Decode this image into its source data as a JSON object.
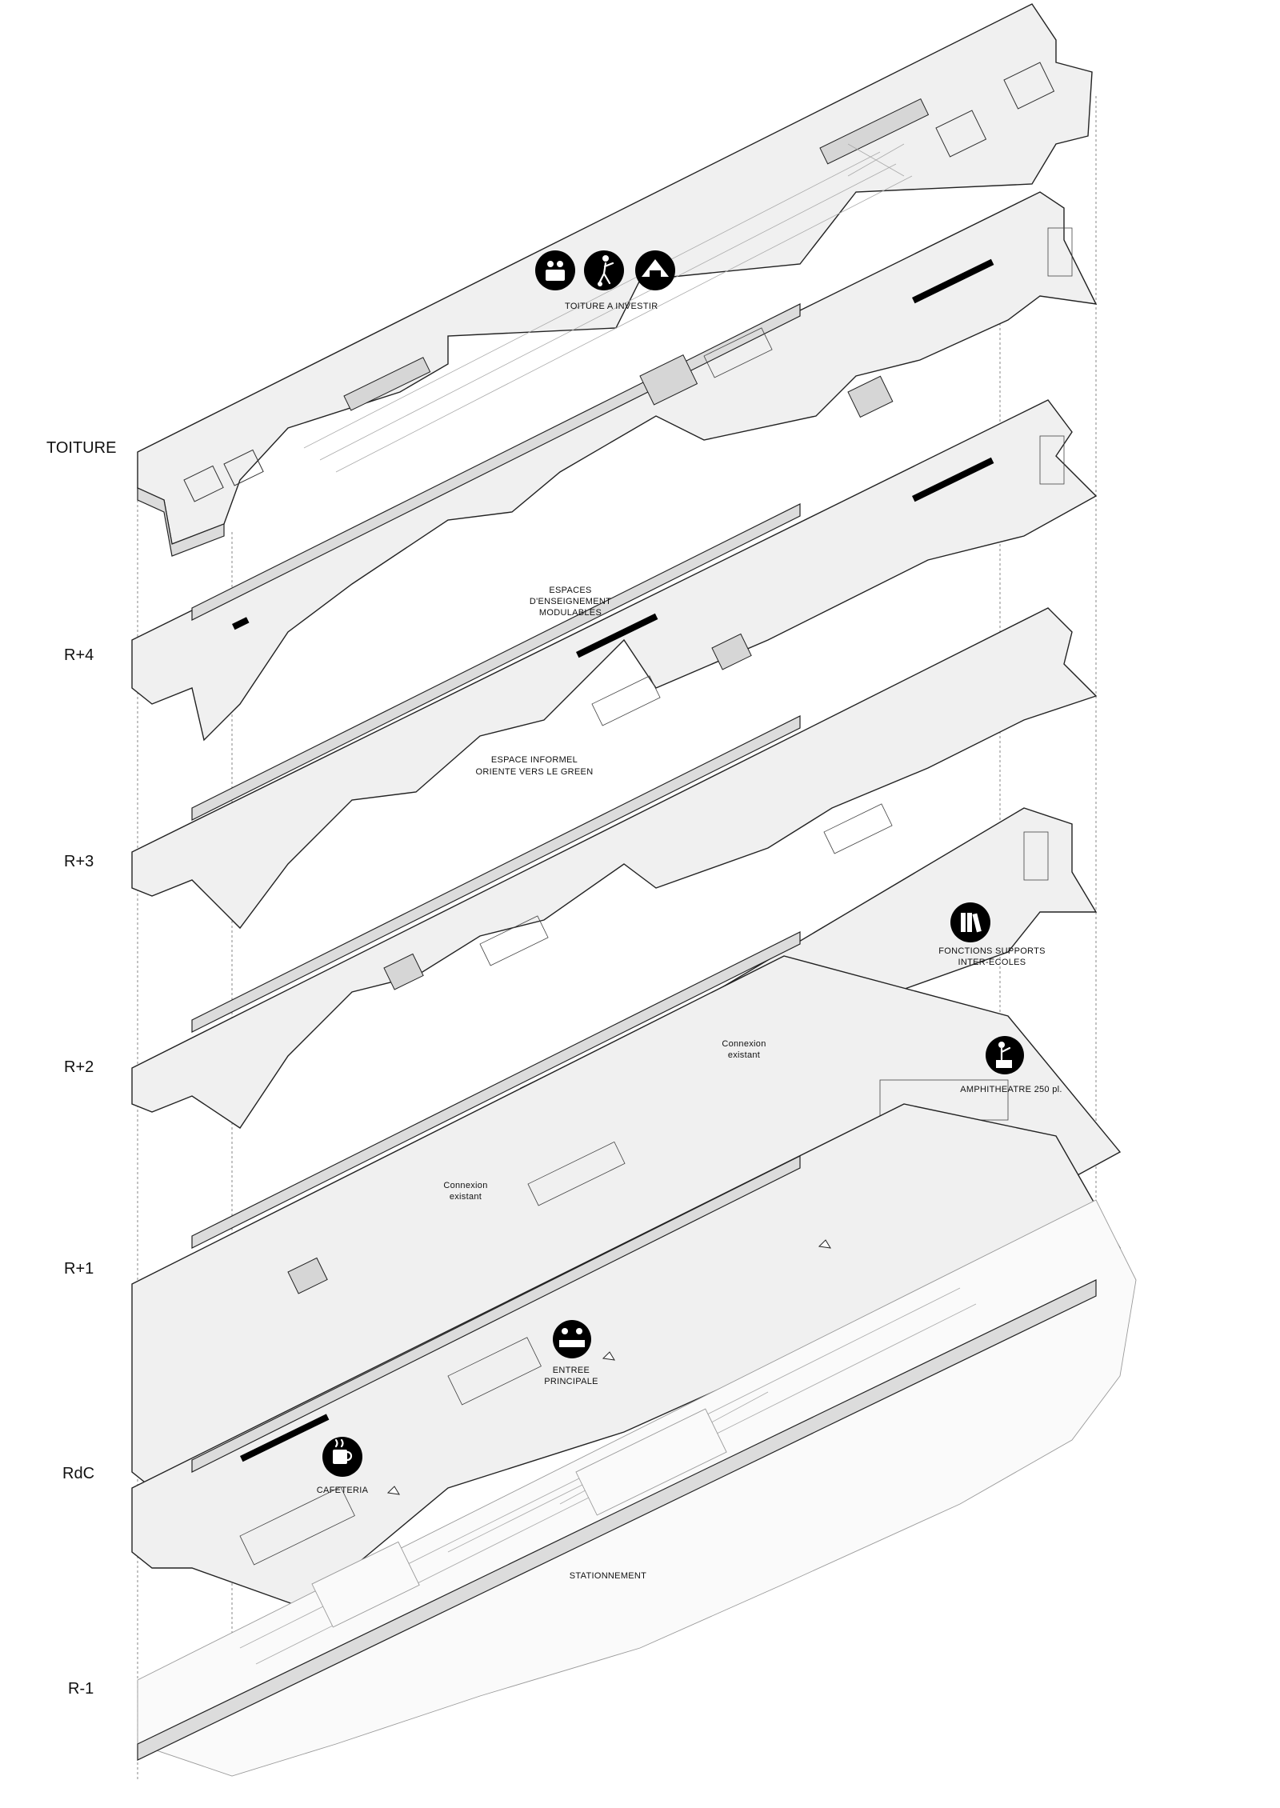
{
  "levels": {
    "toiture": "TOITURE",
    "r4": "R+4",
    "r3": "R+3",
    "r2": "R+2",
    "r1": "R+1",
    "rdc": "RdC",
    "r_1": "R-1"
  },
  "annotations": {
    "toiture_investir": "TOITURE A INVESTIR",
    "espaces_line1": "ESPACES",
    "espaces_line2": "D'ENSEIGNEMENT",
    "espaces_line3": "MODULABLES",
    "informel_line1": "ESPACE INFORMEL",
    "informel_line2": "ORIENTE VERS LE GREEN",
    "fonctions_line1": "FONCTIONS SUPPORTS",
    "fonctions_line2": "INTER-ECOLES",
    "connexion_r2_line1": "Connexion",
    "connexion_r2_line2": "existant",
    "connexion_r1_line1": "Connexion",
    "connexion_r1_line2": "existant",
    "amphitheatre": "AMPHITHEATRE 250 pl.",
    "entree_line1": "ENTREE",
    "entree_line2": "PRINCIPALE",
    "cafeteria": "CAFETERIA",
    "stationnement": "STATIONNEMENT"
  },
  "icons": {
    "roof_1": "people-gathering-icon",
    "roof_2": "sport-player-icon",
    "roof_3": "tent-event-icon",
    "fonctions": "books-icon",
    "amphitheatre": "lecturer-podium-icon",
    "entree": "reception-desk-icon",
    "cafeteria": "coffee-cup-icon"
  }
}
